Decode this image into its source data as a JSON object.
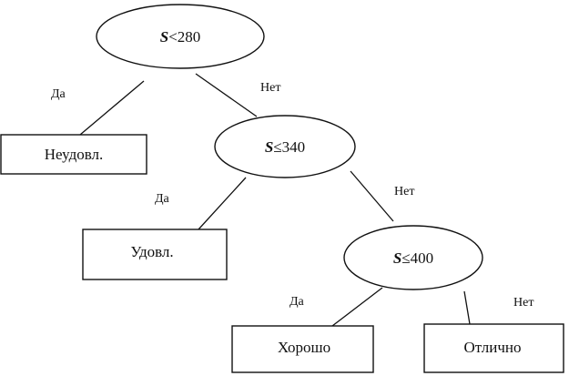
{
  "nodes": {
    "root": {
      "var": "S",
      "op": "<280"
    },
    "mid": {
      "var": "S",
      "op": "≤340"
    },
    "low": {
      "var": "S",
      "op": "≤400"
    }
  },
  "leaves": {
    "neudovl": "Неудовл.",
    "udovl": "Удовл.",
    "khorosho": "Хорошо",
    "otlichno": "Отлично"
  },
  "edges": {
    "root_yes": "Да",
    "root_no": "Нет",
    "mid_yes": "Да",
    "mid_no": "Нет",
    "low_yes": "Да",
    "low_no": "Нет"
  },
  "colors": {
    "stroke": "#111111",
    "fill": "#ffffff"
  }
}
